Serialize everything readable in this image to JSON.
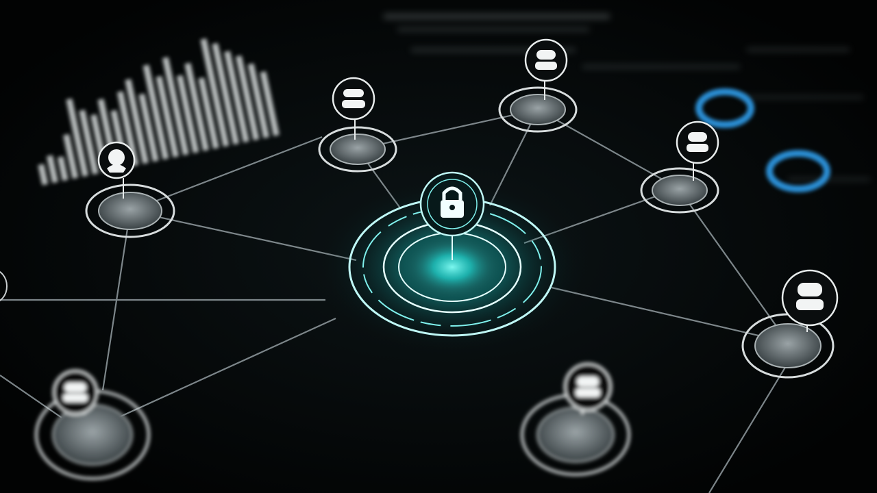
{
  "scene": {
    "kind": "network-diagram-illustration",
    "background_color": "#050708",
    "line_color": "#8a9498",
    "node_color": "#c9ced0",
    "hub_color": "#1ee3e0",
    "accent_color": "#2a8fd6",
    "node_count": 10,
    "hub_icon": "padlock-icon",
    "node_icon": "user-icon",
    "decorations": [
      "bar-chart-graphic",
      "ring-indicators"
    ]
  }
}
